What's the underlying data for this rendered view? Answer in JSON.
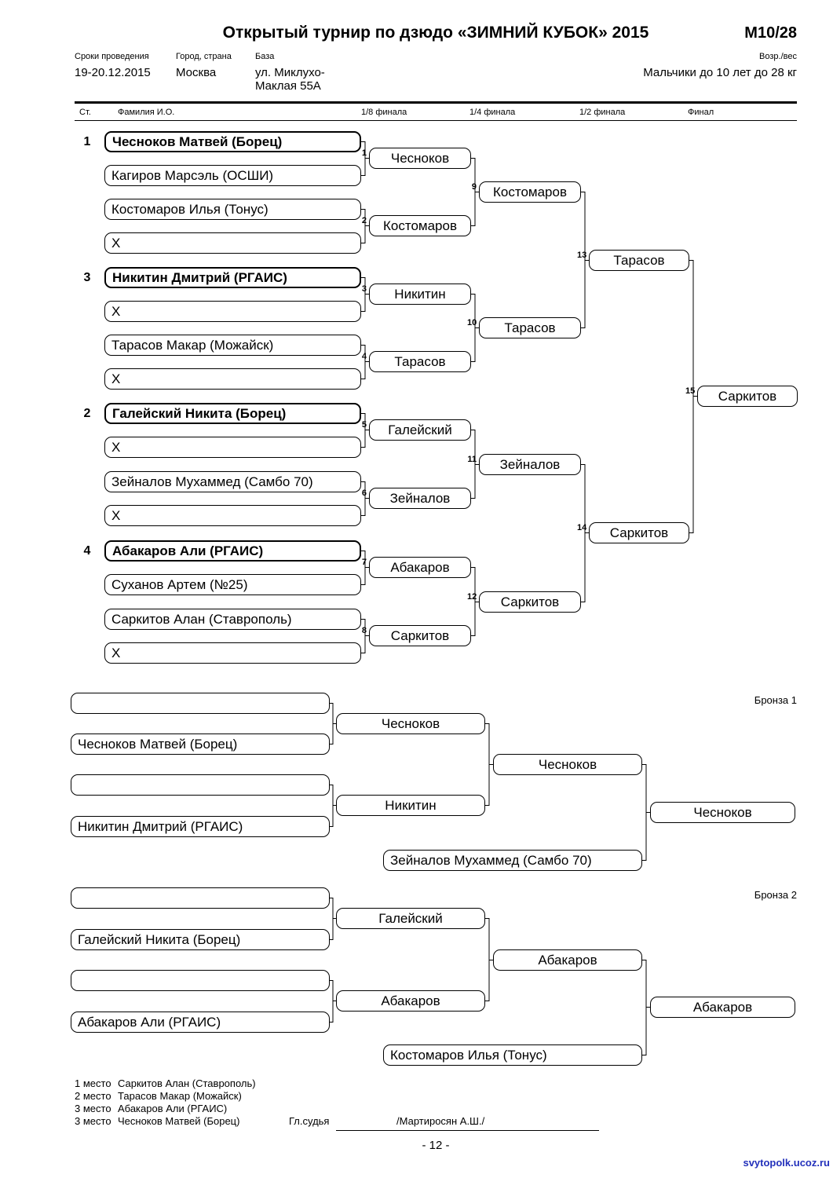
{
  "header": {
    "title": "Открытый турнир по дзюдо «ЗИМНИЙ КУБОК» 2015",
    "code": "М10/28",
    "labels": {
      "dates": "Сроки проведения",
      "city": "Город, страна",
      "venue": "База",
      "age_weight": "Возр./вес"
    },
    "values": {
      "dates": "19-20.12.2015",
      "city": "Москва",
      "venue_line1": "ул. Миклухо-",
      "venue_line2": "Маклая 55А",
      "age_weight": "Мальчики до 10 лет до 28 кг"
    }
  },
  "columns": {
    "st": "Ст.",
    "name": "Фамилия И.О.",
    "r16": "1/8 финала",
    "qf": "1/4 финала",
    "sf": "1/2 финала",
    "final": "Финал"
  },
  "main_bracket": {
    "participants": [
      {
        "seed": "1",
        "name": "Чесноков Матвей (Борец)"
      },
      {
        "seed": "",
        "name": "Кагиров Марсэль (ОСШИ)"
      },
      {
        "seed": "",
        "name": "Костомаров Илья (Тонус)"
      },
      {
        "seed": "",
        "name": "X"
      },
      {
        "seed": "3",
        "name": "Никитин Дмитрий (РГАИС)"
      },
      {
        "seed": "",
        "name": "X"
      },
      {
        "seed": "",
        "name": "Тарасов Макар (Можайск)"
      },
      {
        "seed": "",
        "name": "X"
      },
      {
        "seed": "2",
        "name": "Галейский Никита (Борец)"
      },
      {
        "seed": "",
        "name": "X"
      },
      {
        "seed": "",
        "name": "Зейналов Мухаммед (Самбо 70)"
      },
      {
        "seed": "",
        "name": "X"
      },
      {
        "seed": "4",
        "name": "Абакаров Али (РГАИС)"
      },
      {
        "seed": "",
        "name": "Суханов Артем (№25)"
      },
      {
        "seed": "",
        "name": "Саркитов Алан (Ставрополь)"
      },
      {
        "seed": "",
        "name": "X"
      }
    ],
    "round16": [
      {
        "num": "1",
        "name": "Чесноков"
      },
      {
        "num": "2",
        "name": "Костомаров"
      },
      {
        "num": "3",
        "name": "Никитин"
      },
      {
        "num": "4",
        "name": "Тарасов"
      },
      {
        "num": "5",
        "name": "Галейский"
      },
      {
        "num": "6",
        "name": "Зейналов"
      },
      {
        "num": "7",
        "name": "Абакаров"
      },
      {
        "num": "8",
        "name": "Саркитов"
      }
    ],
    "quarter": [
      {
        "num": "9",
        "name": "Костомаров"
      },
      {
        "num": "10",
        "name": "Тарасов"
      },
      {
        "num": "11",
        "name": "Зейналов"
      },
      {
        "num": "12",
        "name": "Саркитов"
      }
    ],
    "semi": [
      {
        "num": "13",
        "name": "Тарасов"
      },
      {
        "num": "14",
        "name": "Саркитов"
      }
    ],
    "final": {
      "num": "15",
      "name": "Саркитов"
    }
  },
  "bronze1": {
    "label": "Бронза 1",
    "entries": [
      "",
      "Чесноков Матвей (Борец)",
      "",
      "Никитин Дмитрий (РГАИС)"
    ],
    "round1": [
      "Чесноков",
      "Никитин"
    ],
    "round2": "Чесноков",
    "challenger": "Зейналов Мухаммед (Самбо 70)",
    "winner": "Чесноков"
  },
  "bronze2": {
    "label": "Бронза 2",
    "entries": [
      "",
      "Галейский Никита (Борец)",
      "",
      "Абакаров Али (РГАИС)"
    ],
    "round1": [
      "Галейский",
      "Абакаров"
    ],
    "round2": "Абакаров",
    "challenger": "Костомаров Илья (Тонус)",
    "winner": "Абакаров"
  },
  "results": [
    {
      "place": "1 место",
      "name": "Саркитов Алан (Ставрополь)"
    },
    {
      "place": "2 место",
      "name": "Тарасов Макар (Можайск)"
    },
    {
      "place": "3 место",
      "name": "Абакаров Али (РГАИС)"
    },
    {
      "place": "3 место",
      "name": "Чесноков Матвей (Борец)"
    }
  ],
  "footer": {
    "judge_label": "Гл.судья",
    "judge_name": "/Мартиросян А.Ш./",
    "page": "- 12 -",
    "watermark": "svytopolk.ucoz.ru"
  }
}
